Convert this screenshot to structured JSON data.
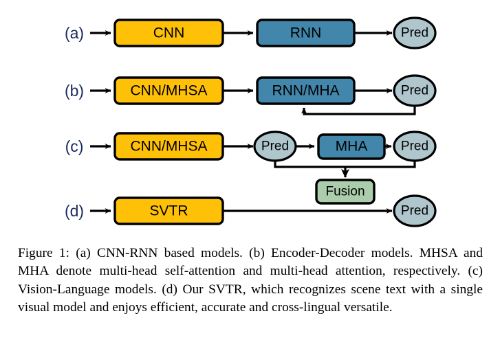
{
  "figure": {
    "colors": {
      "yellow": "#FFC107",
      "blue": "#4287AB",
      "pred_gray_blue": "#AFC6CD",
      "green": "#ABCDAB",
      "outline": "#000000",
      "tag_text": "#1B2A5E"
    },
    "rows": [
      {
        "tag": "(a)",
        "nodes": [
          {
            "name": "cnn",
            "label": "CNN",
            "shape": "box",
            "color": "yellow"
          },
          {
            "name": "rnn",
            "label": "RNN",
            "shape": "box",
            "color": "blue"
          },
          {
            "name": "pred",
            "label": "Pred",
            "shape": "ellipse",
            "color": "pred_gray_blue"
          }
        ]
      },
      {
        "tag": "(b)",
        "nodes": [
          {
            "name": "cnn-mhsa",
            "label": "CNN/MHSA",
            "shape": "box",
            "color": "yellow"
          },
          {
            "name": "rnn-mha",
            "label": "RNN/MHA",
            "shape": "box",
            "color": "blue"
          },
          {
            "name": "pred",
            "label": "Pred",
            "shape": "ellipse",
            "color": "pred_gray_blue"
          }
        ],
        "feedback": true
      },
      {
        "tag": "(c)",
        "nodes": [
          {
            "name": "cnn-mhsa",
            "label": "CNN/MHSA",
            "shape": "box",
            "color": "yellow"
          },
          {
            "name": "pred-1",
            "label": "Pred",
            "shape": "ellipse",
            "color": "pred_gray_blue"
          },
          {
            "name": "mha",
            "label": "MHA",
            "shape": "box",
            "color": "blue"
          },
          {
            "name": "pred-2",
            "label": "Pred",
            "shape": "ellipse",
            "color": "pred_gray_blue"
          },
          {
            "name": "fusion",
            "label": "Fusion",
            "shape": "box",
            "color": "green"
          }
        ]
      },
      {
        "tag": "(d)",
        "nodes": [
          {
            "name": "svtr",
            "label": "SVTR",
            "shape": "box",
            "color": "yellow"
          },
          {
            "name": "pred",
            "label": "Pred",
            "shape": "ellipse",
            "color": "pred_gray_blue"
          }
        ]
      }
    ]
  },
  "caption": {
    "text": "Figure 1: (a) CNN-RNN based models. (b) Encoder-Decoder models. MHSA and MHA denote multi-head self-attention and multi-head attention, respectively. (c) Vision-Language models. (d) Our SVTR, which recognizes scene text with a single visual model and enjoys efficient, accurate and cross-lingual versatile."
  }
}
